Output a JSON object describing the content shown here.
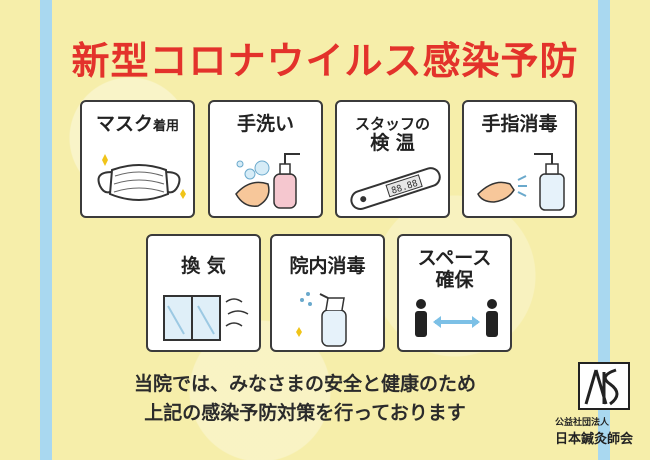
{
  "title": "新型コロナウイルス感染予防",
  "cards": [
    {
      "label": "マスク",
      "label_small": "着用",
      "icon": "mask-icon"
    },
    {
      "label": "手洗い",
      "icon": "handwash-icon"
    },
    {
      "label_line1": "スタッフの",
      "label_line2": "検 温",
      "icon": "thermometer-icon"
    },
    {
      "label": "手指消毒",
      "icon": "hand-sanitize-icon"
    },
    {
      "label": "換 気",
      "icon": "window-icon"
    },
    {
      "label": "院内消毒",
      "icon": "spray-bottle-icon"
    },
    {
      "label_line1": "スペース",
      "label_line2": "確保",
      "icon": "distance-icon"
    }
  ],
  "thermometer_display": "88.88",
  "footer": {
    "line1": "当院では、みなさまの安全と健康のため",
    "line2": "上記の感染予防対策を行っております"
  },
  "org": {
    "prefix": "公益社団法人",
    "name": "日本鍼灸師会"
  },
  "colors": {
    "title": "#e3322b",
    "stripe": "#a9d8f0",
    "background": "#f6eeaa"
  }
}
